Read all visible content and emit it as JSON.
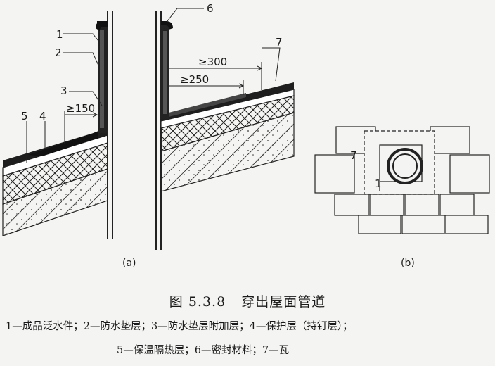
{
  "figure": {
    "labels": {
      "n1": "1",
      "n2": "2",
      "n3": "3",
      "n4": "4",
      "n5": "5",
      "n6": "6",
      "n7": "7",
      "dim150": "≥150",
      "dim300": "≥300",
      "dim250": "≥250",
      "b7": "7",
      "b1": "1"
    },
    "sub_a": "(a)",
    "sub_b": "(b)"
  },
  "caption": {
    "number": "图 5.3.8",
    "title": "穿出屋面管道"
  },
  "legend": {
    "line1": "1—成品泛水件；2—防水垫层；3—防水垫层附加层；4—保护层（持钉层）；",
    "line2": "5—保温隔热层；6—密封材料；7—瓦"
  }
}
